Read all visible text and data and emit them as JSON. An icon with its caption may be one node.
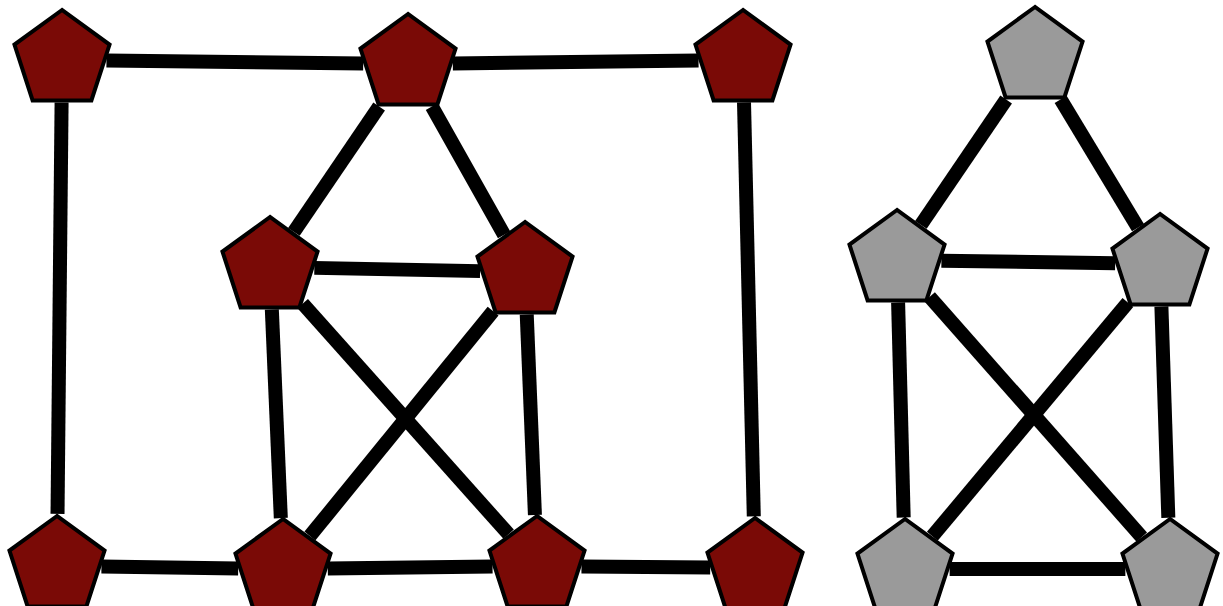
{
  "diagram": {
    "nodes": [
      {
        "text": [],
        "shape": "pentagon"
      },
      {
        "text": [],
        "shape": "pentagon"
      },
      {
        "text": [],
        "shape": "pentagon"
      },
      {
        "text": [],
        "shape": "pentagon"
      },
      {
        "text": [],
        "shape": "pentagon"
      },
      {
        "text": [],
        "shape": "pentagon"
      },
      {
        "text": [],
        "shape": "pentagon"
      },
      {
        "text": [],
        "shape": "pentagon"
      },
      {
        "text": [],
        "shape": "pentagon"
      },
      {
        "text": [],
        "shape": "pentagon"
      },
      {
        "text": [],
        "shape": "pentagon"
      },
      {
        "text": [],
        "shape": "pentagon"
      },
      {
        "text": [],
        "shape": "pentagon"
      },
      {
        "text": [],
        "shape": "pentagon"
      }
    ],
    "edges": [
      {
        "from": 0,
        "to": 1,
        "arrow": "none"
      },
      {
        "from": 1,
        "to": 2,
        "arrow": "none"
      },
      {
        "from": 0,
        "to": 5,
        "arrow": "none"
      },
      {
        "from": 2,
        "to": 8,
        "arrow": "none"
      },
      {
        "from": 1,
        "to": 3,
        "arrow": "none"
      },
      {
        "from": 1,
        "to": 4,
        "arrow": "none"
      },
      {
        "from": 3,
        "to": 4,
        "arrow": "none"
      },
      {
        "from": 3,
        "to": 6,
        "arrow": "none"
      },
      {
        "from": 3,
        "to": 7,
        "arrow": "none"
      },
      {
        "from": 4,
        "to": 6,
        "arrow": "none"
      },
      {
        "from": 4,
        "to": 7,
        "arrow": "none"
      },
      {
        "from": 5,
        "to": 6,
        "arrow": "none"
      },
      {
        "from": 6,
        "to": 7,
        "arrow": "none"
      },
      {
        "from": 7,
        "to": 8,
        "arrow": "none"
      },
      {
        "from": 9,
        "to": 10,
        "arrow": "none"
      },
      {
        "from": 9,
        "to": 11,
        "arrow": "none"
      },
      {
        "from": 10,
        "to": 11,
        "arrow": "none"
      },
      {
        "from": 10,
        "to": 12,
        "arrow": "none"
      },
      {
        "from": 10,
        "to": 13,
        "arrow": "none"
      },
      {
        "from": 11,
        "to": 12,
        "arrow": "none"
      },
      {
        "from": 11,
        "to": 13,
        "arrow": "none"
      },
      {
        "from": 12,
        "to": 13,
        "arrow": "none"
      }
    ]
  }
}
